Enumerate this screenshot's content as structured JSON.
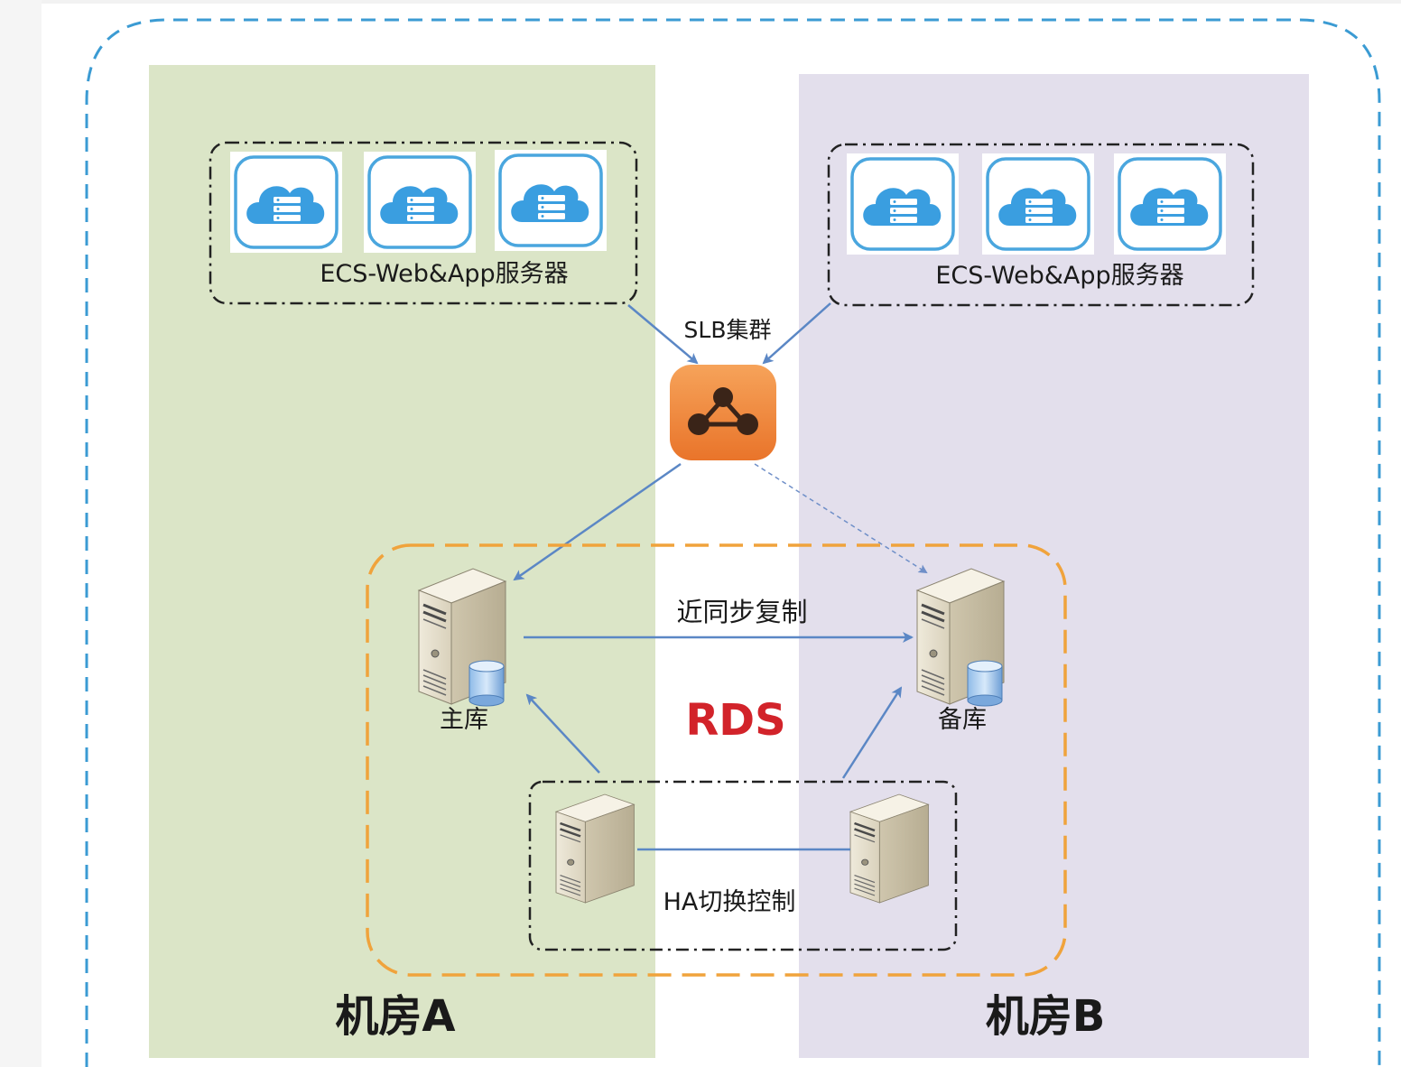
{
  "diagram": {
    "room_a": "机房A",
    "room_b": "机房B",
    "ecs_group_a_label": "ECS-Web&App服务器",
    "ecs_group_b_label": "ECS-Web&App服务器",
    "slb_label": "SLB集群",
    "replication_label": "近同步复制",
    "primary_label": "主库",
    "standby_label": "备库",
    "rds_label": "RDS",
    "ha_label": "HA切换控制"
  },
  "icons": {
    "ecs": "cloud-server-icon",
    "slb": "load-balancer-icon",
    "db_server": "database-server-icon",
    "ha_server": "server-tower-icon"
  },
  "colors": {
    "room_a_bg": "#dbe5c7",
    "room_b_bg": "#e3dfec",
    "outer_border": "#3b9bd3",
    "rds_border": "#f0a33c",
    "rds_text": "#d2232a",
    "slb_orange": "#f08a35",
    "arrow": "#5b87c5",
    "ecs_blue": "#3a9ee0"
  }
}
